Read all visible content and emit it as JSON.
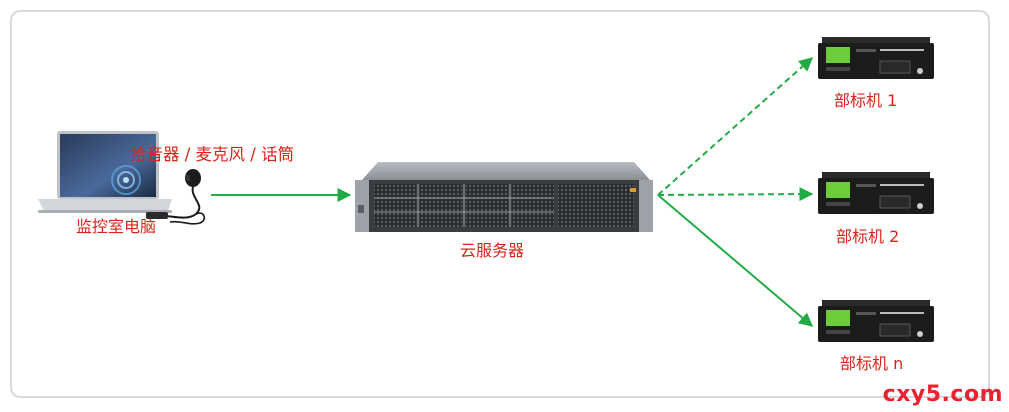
{
  "nodes": {
    "pc_label": "监控室电脑",
    "mic_label": "拾音器 / 麦克风 / 话筒",
    "server_label": "云服务器",
    "device1_label": "部标机 1",
    "device2_label": "部标机 2",
    "devicen_label": "部标机 n"
  },
  "watermark": "cxy5.com",
  "colors": {
    "label_text": "#d9241b",
    "arrow": "#22aa44",
    "frame_border": "#d9d9d9",
    "watermark": "#e8222e"
  },
  "icons": {
    "laptop": "laptop-icon",
    "mic": "lapel-mic-icon",
    "server": "rack-server-icon",
    "device": "mdvr-device-icon"
  }
}
